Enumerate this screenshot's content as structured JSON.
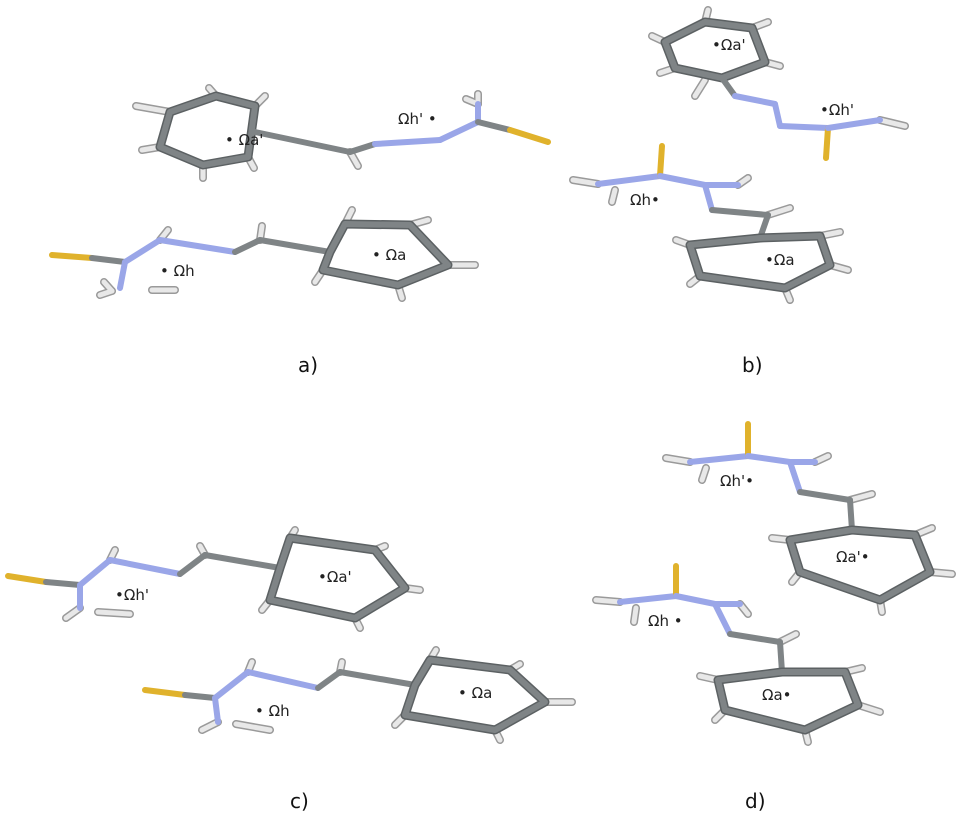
{
  "panels": [
    {
      "id": "a",
      "caption": "a)",
      "dimer_geometry": "antiparallel, stacked, offset",
      "molecules": [
        {
          "labels": [
            {
              "text": "Ωa'",
              "dot": "before"
            },
            {
              "text": "Ωh'",
              "dot": "after"
            }
          ]
        },
        {
          "labels": [
            {
              "text": "Ωh",
              "dot": "before"
            },
            {
              "text": "Ωa",
              "dot": "before"
            }
          ]
        }
      ]
    },
    {
      "id": "b",
      "caption": "b)",
      "dimer_geometry": "antiparallel, side-by-side",
      "molecules": [
        {
          "labels": [
            {
              "text": "Ωa'",
              "dot": "before"
            },
            {
              "text": "Ωh'",
              "dot": "before"
            }
          ]
        },
        {
          "labels": [
            {
              "text": "Ωh",
              "dot": "after"
            },
            {
              "text": "Ωa",
              "dot": "before"
            }
          ]
        }
      ]
    },
    {
      "id": "c",
      "caption": "c)",
      "dimer_geometry": "parallel, stacked, offset",
      "molecules": [
        {
          "labels": [
            {
              "text": "Ωh'",
              "dot": "before"
            },
            {
              "text": "Ωa'",
              "dot": "before"
            }
          ]
        },
        {
          "labels": [
            {
              "text": "Ωh",
              "dot": "before"
            },
            {
              "text": "Ωa",
              "dot": "before"
            }
          ]
        }
      ]
    },
    {
      "id": "d",
      "caption": "d)",
      "dimer_geometry": "parallel, side-by-side",
      "molecules": [
        {
          "labels": [
            {
              "text": "Ωh'",
              "dot": "after"
            },
            {
              "text": "Ωa'",
              "dot": "after"
            }
          ]
        },
        {
          "labels": [
            {
              "text": "Ωh",
              "dot": "after"
            },
            {
              "text": "Ωa",
              "dot": "after"
            }
          ]
        }
      ]
    }
  ],
  "colors": {
    "carbon": "#7f8486",
    "carbon_dark": "#5c6163",
    "nitrogen": "#9aa6e8",
    "hydrogen": "#e8e8e8",
    "hydrogen_edge": "#9a9a9a",
    "sulfur": "#e0b22c",
    "label": "#222222"
  },
  "atom_types": [
    "C",
    "N",
    "H",
    "S"
  ]
}
